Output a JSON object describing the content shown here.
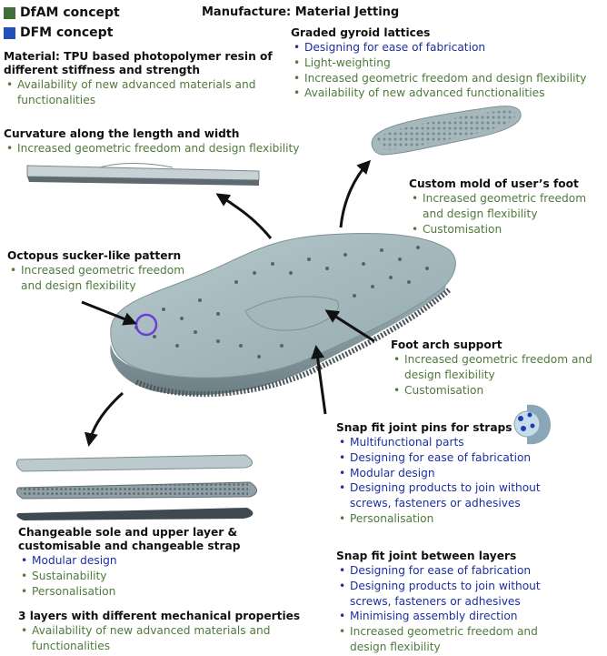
{
  "colors": {
    "dfam": "#3f6e38",
    "dfm": "#2150b8",
    "green_text": "#4f7a3a",
    "blue_text": "#1d2f9e"
  },
  "legend": {
    "dfam": "DfAM concept",
    "dfm": "DFM concept"
  },
  "title": "Manufacture: Material Jetting",
  "sections": {
    "material": {
      "heading": "Material: TPU based photopolymer resin of different stiffness and strength",
      "items": [
        {
          "text": "Availability of new advanced materials and functionalities",
          "type": "dfam"
        }
      ]
    },
    "curvature": {
      "heading": "Curvature along the length and width",
      "items": [
        {
          "text": "Increased geometric freedom and design flexibility",
          "type": "dfam"
        }
      ]
    },
    "octopus": {
      "heading": "Octopus sucker-like pattern",
      "items": [
        {
          "text": "Increased geometric freedom and design flexibility",
          "type": "dfam"
        }
      ]
    },
    "gyroid": {
      "heading": "Graded gyroid lattices",
      "items": [
        {
          "text": "Designing for ease of fabrication",
          "type": "dfm"
        },
        {
          "text": "Light-weighting",
          "type": "dfam"
        },
        {
          "text": "Increased geometric freedom and design flexibility",
          "type": "dfam"
        },
        {
          "text": "Availability of new advanced functionalities",
          "type": "dfam"
        }
      ]
    },
    "mold": {
      "heading": "Custom mold of user’s foot",
      "items": [
        {
          "text": "Increased geometric freedom and design flexibility",
          "type": "dfam"
        },
        {
          "text": "Customisation",
          "type": "dfam"
        }
      ]
    },
    "arch": {
      "heading": "Foot arch support",
      "items": [
        {
          "text": "Increased geometric freedom and design flexibility",
          "type": "dfam"
        },
        {
          "text": "Customisation",
          "type": "dfam"
        }
      ]
    },
    "snap_pins": {
      "heading": "Snap fit joint pins for straps",
      "items": [
        {
          "text": "Multifunctional parts",
          "type": "dfm"
        },
        {
          "text": "Designing for ease of fabrication",
          "type": "dfm"
        },
        {
          "text": "Modular design",
          "type": "dfm"
        },
        {
          "text": "Designing products to join without screws, fasteners or adhesives",
          "type": "dfm"
        },
        {
          "text": "Personalisation",
          "type": "dfam"
        }
      ]
    },
    "changeable": {
      "heading": "Changeable sole and upper layer & customisable and changeable strap",
      "items": [
        {
          "text": "Modular design",
          "type": "dfm"
        },
        {
          "text": "Sustainability",
          "type": "dfam"
        },
        {
          "text": "Personalisation",
          "type": "dfam"
        }
      ]
    },
    "layers3": {
      "heading": "3 layers with different mechanical properties",
      "items": [
        {
          "text": "Availability of new advanced materials and functionalities",
          "type": "dfam"
        }
      ]
    },
    "snap_layers": {
      "heading": "Snap fit joint between layers",
      "items": [
        {
          "text": "Designing for ease of fabrication",
          "type": "dfm"
        },
        {
          "text": "Designing products to join without screws, fasteners or adhesives",
          "type": "dfm"
        },
        {
          "text": "Minimising assembly direction",
          "type": "dfm"
        },
        {
          "text": "Increased geometric freedom and design flexibility",
          "type": "dfam"
        }
      ]
    }
  }
}
